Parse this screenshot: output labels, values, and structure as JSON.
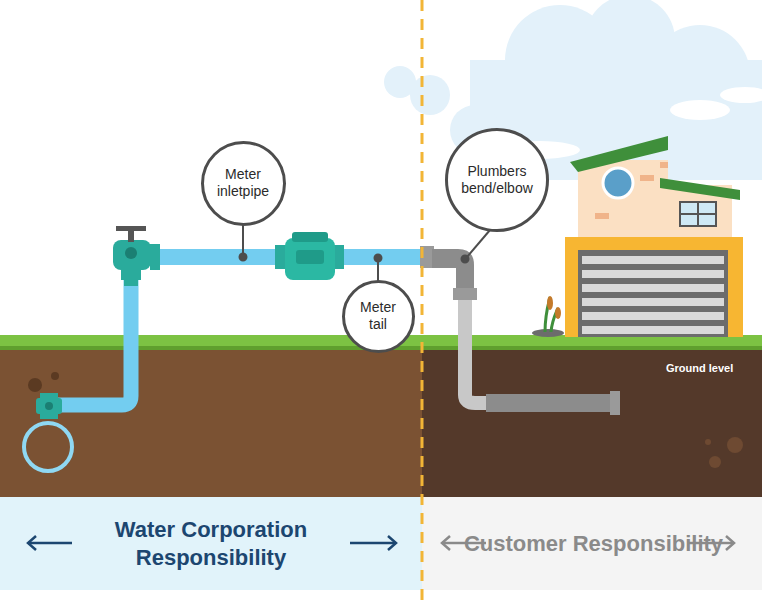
{
  "diagram": {
    "nodes": [
      {
        "text": [
          "Meter inletpipe"
        ]
      },
      {
        "text": [
          "Plumbers bend/elbow"
        ]
      },
      {
        "text": [
          "Meter tail"
        ]
      },
      {
        "text": [
          "Water Corporation Responsibility"
        ]
      },
      {
        "text": [
          "Customer Responsibility"
        ]
      }
    ],
    "labels": [
      "Ground level"
    ]
  }
}
